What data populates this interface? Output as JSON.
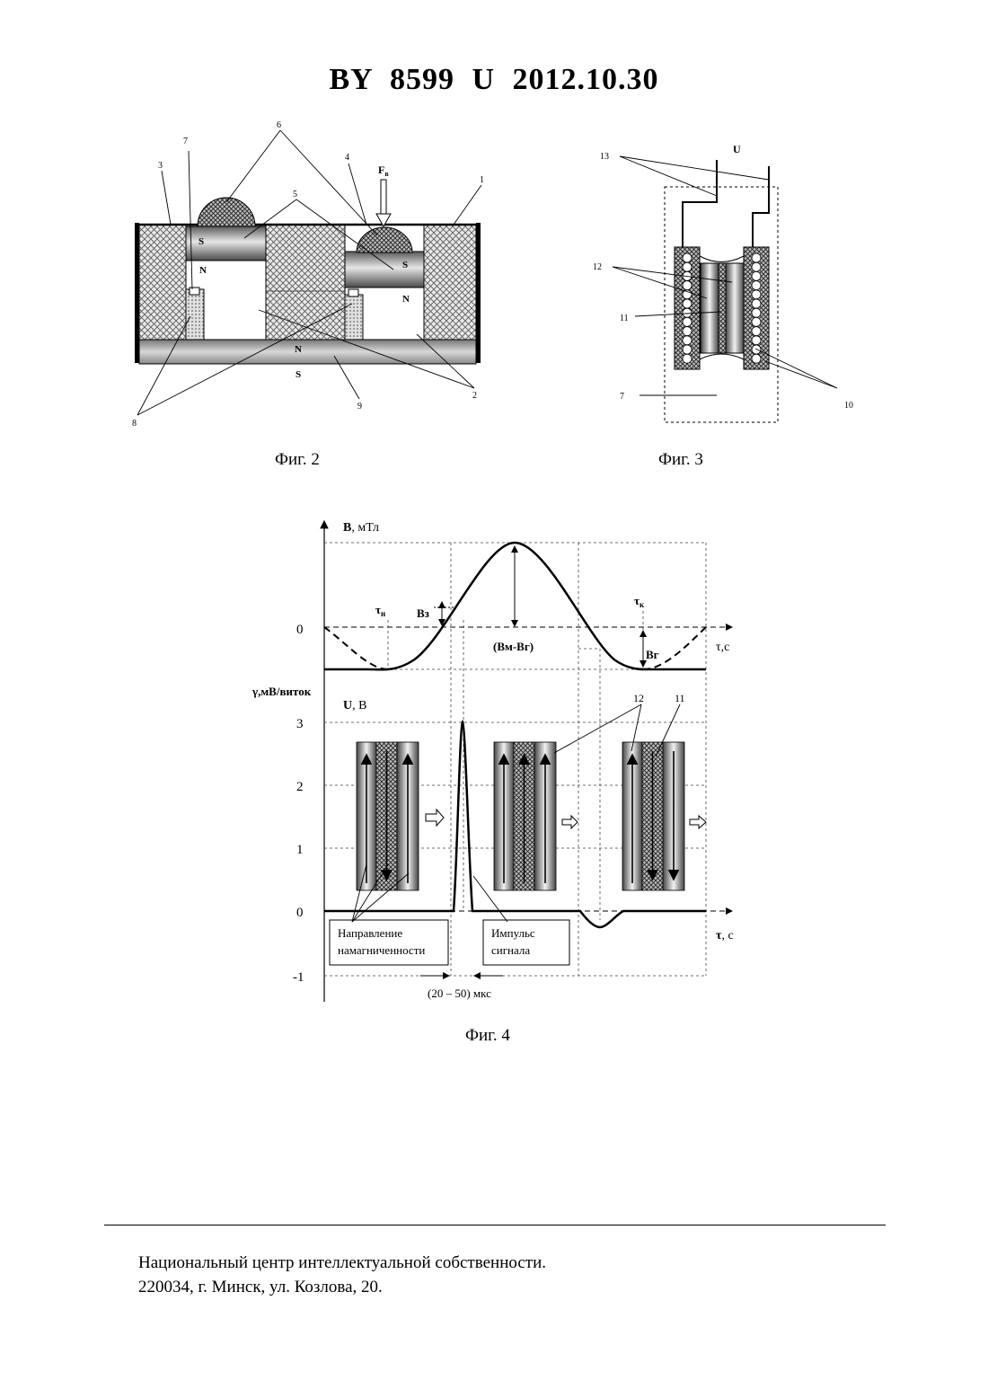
{
  "header": {
    "title": "BY  8599  U  2012.10.30"
  },
  "fig2": {
    "caption": "Фиг. 2",
    "labels": [
      "1",
      "2",
      "3",
      "4",
      "5",
      "6",
      "7",
      "8",
      "9"
    ],
    "pole_s": "S",
    "pole_n": "N",
    "force": "F",
    "force_sub": "в"
  },
  "fig3": {
    "caption": "Фиг. 3",
    "voltage": "U",
    "labels": [
      "7",
      "10",
      "11",
      "12",
      "13"
    ]
  },
  "fig4": {
    "caption": "Фиг. 4",
    "top_ylabel_bold": "B",
    "top_ylabel_rest": ", мТл",
    "top_xlabel": "τ,с",
    "zero": "0",
    "tau_start": "τ",
    "tau_start_sub": "н",
    "tau_end": "τ",
    "tau_end_sub": "к",
    "b_z": "Вз",
    "b_diff": "(Вм-Вг)",
    "b_g": "Вг",
    "bottom_ylabel_gamma": "γ,мВ/виток",
    "bottom_ylabel_u_bold": "U",
    "bottom_ylabel_u_rest": ", В",
    "bottom_xlabel_bold": "τ",
    "bottom_xlabel_rest": ", с",
    "ticks": [
      "3",
      "2",
      "1",
      "0",
      "-1"
    ],
    "label_12": "12",
    "label_11": "11",
    "box_magnetization": [
      "Направление",
      "намагниченности"
    ],
    "box_pulse": [
      "Импульс",
      "сигнала"
    ],
    "interval": "(20 – 50) мкс"
  },
  "footer": {
    "line1": "Национальный центр интеллектуальной собственности.",
    "line2": "220034, г. Минск, ул. Козлова, 20."
  }
}
